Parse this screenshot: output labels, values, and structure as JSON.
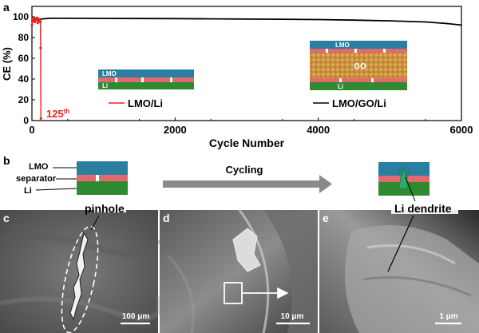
{
  "panels": {
    "a": "a",
    "b": "b",
    "c": "c",
    "d": "d",
    "e": "e"
  },
  "colors": {
    "series_lmo_li": "#e8231f",
    "series_lmo_go_li": "#000000",
    "layer_lmo": "#2a7fa0",
    "layer_separator": "#e26a6f",
    "layer_li": "#2f8a32",
    "layer_go": "#c98f3a",
    "arrow": "#8a8a8a"
  },
  "chart_data": {
    "type": "line",
    "xlabel": "Cycle Number",
    "ylabel": "CE (%)",
    "xlim": [
      0,
      6000
    ],
    "ylim": [
      0,
      110
    ],
    "xticks": [
      0,
      2000,
      4000,
      6000
    ],
    "yticks": [
      0,
      20,
      40,
      60,
      80,
      100
    ],
    "grid": false,
    "legend_placement": "bottom",
    "annotation": "125",
    "annotation_superscript": "th",
    "series": [
      {
        "name": "LMO/Li",
        "x": [
          1,
          10,
          20,
          30,
          40,
          50,
          60,
          70,
          80,
          90,
          100,
          110,
          118,
          122,
          125
        ],
        "y": [
          92,
          98,
          96,
          99,
          95,
          98,
          97,
          99,
          94,
          98,
          96,
          97,
          95,
          70,
          2
        ]
      },
      {
        "name": "LMO/GO/Li",
        "x": [
          1,
          250,
          500,
          1000,
          1500,
          2000,
          2500,
          3000,
          3500,
          4000,
          4500,
          5000,
          5500,
          5800,
          6000
        ],
        "y": [
          97,
          98.5,
          98.5,
          98.4,
          98.3,
          98.2,
          98.0,
          97.8,
          97.6,
          97.3,
          96.8,
          96.1,
          95.0,
          93.5,
          92
        ]
      }
    ]
  },
  "inset_left": {
    "top": "LMO",
    "bottom": "Li"
  },
  "inset_right": {
    "top": "LMO",
    "middle": "GO",
    "bottom": "Li"
  },
  "schematic": {
    "label_lmo": "LMO",
    "label_separator": "separator",
    "label_li": "Li",
    "arrow_label": "Cycling",
    "pinhole_label": "pinhole",
    "dendrite_label": "Li dendrite"
  },
  "micrographs": {
    "c_scale": "100 μm",
    "d_scale": "10 μm",
    "e_scale": "1 μm"
  }
}
